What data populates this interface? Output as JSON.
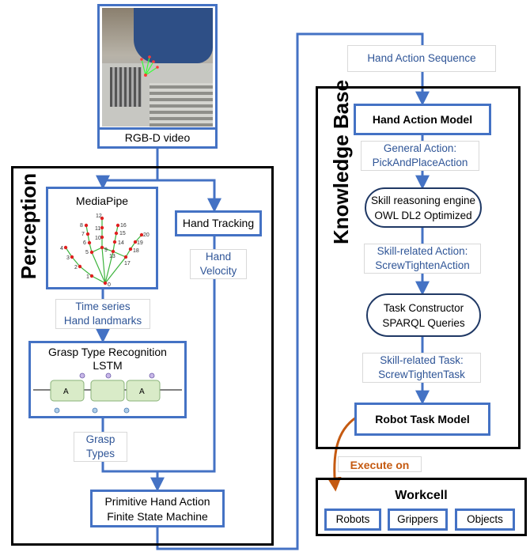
{
  "video": {
    "caption": "RGB-D video"
  },
  "perception": {
    "title": "Perception",
    "mediapipe": {
      "title": "MediaPipe",
      "landmark_numbers": [
        "0",
        "1",
        "2",
        "3",
        "4",
        "5",
        "6",
        "7",
        "8",
        "9",
        "10",
        "11",
        "12",
        "13",
        "14",
        "15",
        "16",
        "17",
        "18",
        "19",
        "20"
      ]
    },
    "hand_tracking": "Hand Tracking",
    "hand_velocity": [
      "Hand",
      "Velocity"
    ],
    "time_series": [
      "Time series",
      "Hand landmarks"
    ],
    "grasp_recognition": {
      "title": [
        "Grasp Type Recognition",
        "LSTM"
      ],
      "cell_label": "A"
    },
    "grasp_types": [
      "Grasp",
      "Types"
    ],
    "fsm": [
      "Primitive Hand Action",
      "Finite State Machine"
    ]
  },
  "knowledge_base": {
    "title": "Knowledge Base",
    "hand_action_sequence": "Hand Action Sequence",
    "hand_action_model": "Hand Action Model",
    "general_action": [
      "General Action:",
      "PickAndPlaceAction"
    ],
    "skill_engine": [
      "Skill reasoning engine",
      "OWL DL2 Optimized"
    ],
    "skill_action": [
      "Skill-related Action:",
      "ScrewTightenAction"
    ],
    "task_constructor": [
      "Task Constructor",
      "SPARQL Queries"
    ],
    "skill_task": [
      "Skill-related Task:",
      "ScrewTightenTask"
    ],
    "robot_task_model": "Robot Task Model"
  },
  "execute_on": "Execute on",
  "workcell": {
    "title": "Workcell",
    "items": [
      "Robots",
      "Grippers",
      "Objects"
    ]
  },
  "colors": {
    "blue": "#4472c4",
    "label_blue": "#2f5597",
    "orange": "#c55a11",
    "dark_navy": "#1f3864"
  }
}
